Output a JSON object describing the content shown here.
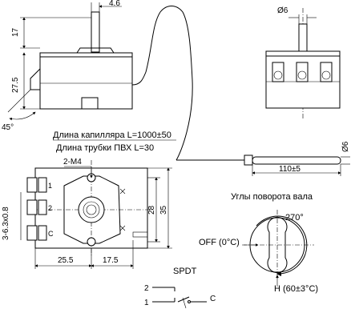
{
  "dims": {
    "shaft_offset": "4.6",
    "height_17": "17",
    "height_27_5": "27.5",
    "angle_45": "45°",
    "shaft_diameter": "Ø6",
    "bulb_diameter": "Ø6",
    "bulb_length": "110±5",
    "mount_thread": "2-M4",
    "terminal_size": "3-6.3x0.8",
    "spacing_28": "28",
    "spacing_35": "35",
    "offset_25_5": "25.5",
    "offset_17_5": "17.5"
  },
  "notes": {
    "capillary_length": "Длина капилляра L=1000±50",
    "pvc_tube_length": "Длина трубки ПВХ L=30"
  },
  "rotation": {
    "title": "Углы поворота вала",
    "angle": "270°",
    "off_label": "OFF (0°C)",
    "h_label": "H (60±3°C)"
  },
  "switch": {
    "type": "SPDT",
    "pin1": "1",
    "pin2": "2",
    "pinC": "C"
  },
  "terminal_labels": {
    "t1": "1",
    "t2": "2",
    "tC": "C"
  }
}
